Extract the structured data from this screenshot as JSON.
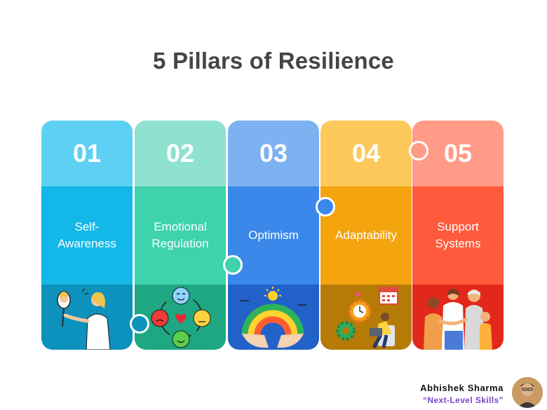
{
  "title": "5 Pillars of Resilience",
  "pillars": [
    {
      "number": "01",
      "label": "Self-Awareness",
      "colors": {
        "top": "#5dd0f4",
        "mid": "#14b8e8",
        "bottom": "#0d92bd"
      }
    },
    {
      "number": "02",
      "label": "Emotional Regulation",
      "colors": {
        "top": "#8ee2cf",
        "mid": "#3ed2ad",
        "bottom": "#1ea782"
      }
    },
    {
      "number": "03",
      "label": "Optimism",
      "colors": {
        "top": "#7db2f2",
        "mid": "#3b88ea",
        "bottom": "#2261c8"
      }
    },
    {
      "number": "04",
      "label": "Adaptability",
      "colors": {
        "top": "#fdc95a",
        "mid": "#f4a40f",
        "bottom": "#b57b06"
      }
    },
    {
      "number": "05",
      "label": "Support Systems",
      "colors": {
        "top": "#ff9b87",
        "mid": "#ff5a3c",
        "bottom": "#e2281a"
      }
    }
  ],
  "author": {
    "name": "Abhishek Sharma",
    "tagline": "“Next-Level Skills”"
  }
}
